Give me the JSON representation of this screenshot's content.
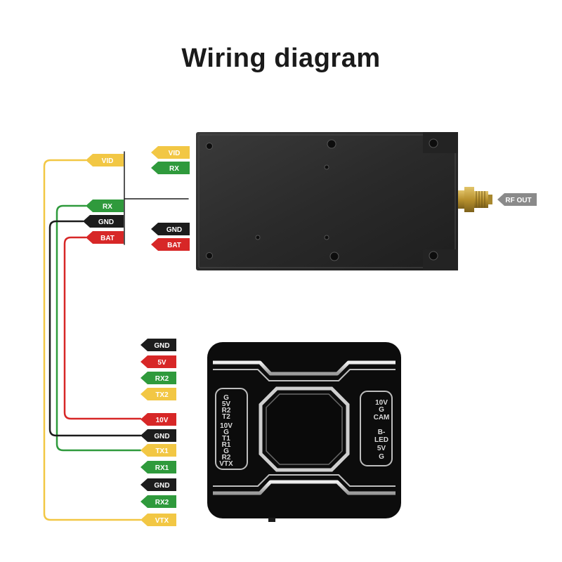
{
  "title": "Wiring diagram",
  "colors": {
    "yellow": "#f2c744",
    "green": "#2f9a3c",
    "black": "#1c1c1c",
    "red": "#d72727",
    "gray": "#8a8a8a"
  },
  "vtx_labels": {
    "top_vid": "VID",
    "top_rx": "RX",
    "mid_gnd": "GND",
    "mid_bat": "BAT",
    "left_vid": "VID",
    "left_rx": "RX",
    "left_gnd": "GND",
    "left_bat": "BAT",
    "rf_out": "RF OUT"
  },
  "fc_labels": [
    {
      "text": "GND",
      "color": "black"
    },
    {
      "text": "5V",
      "color": "red"
    },
    {
      "text": "RX2",
      "color": "green"
    },
    {
      "text": "TX2",
      "color": "yellow"
    },
    {
      "text": "10V",
      "color": "red"
    },
    {
      "text": "GND",
      "color": "black"
    },
    {
      "text": "TX1",
      "color": "yellow"
    },
    {
      "text": "RX1",
      "color": "green"
    },
    {
      "text": "GND",
      "color": "black"
    },
    {
      "text": "RX2",
      "color": "green"
    },
    {
      "text": "VTX",
      "color": "yellow"
    }
  ],
  "fc_pins_left": [
    "G",
    "5V",
    "R2",
    "T2",
    "10V",
    "G",
    "T1",
    "R1",
    "G",
    "R2",
    "VTX"
  ],
  "fc_pins_right_top": [
    "10V",
    "G",
    "CAM"
  ],
  "fc_pins_right_bottom": [
    "B-",
    "LED",
    "5V",
    "G"
  ]
}
